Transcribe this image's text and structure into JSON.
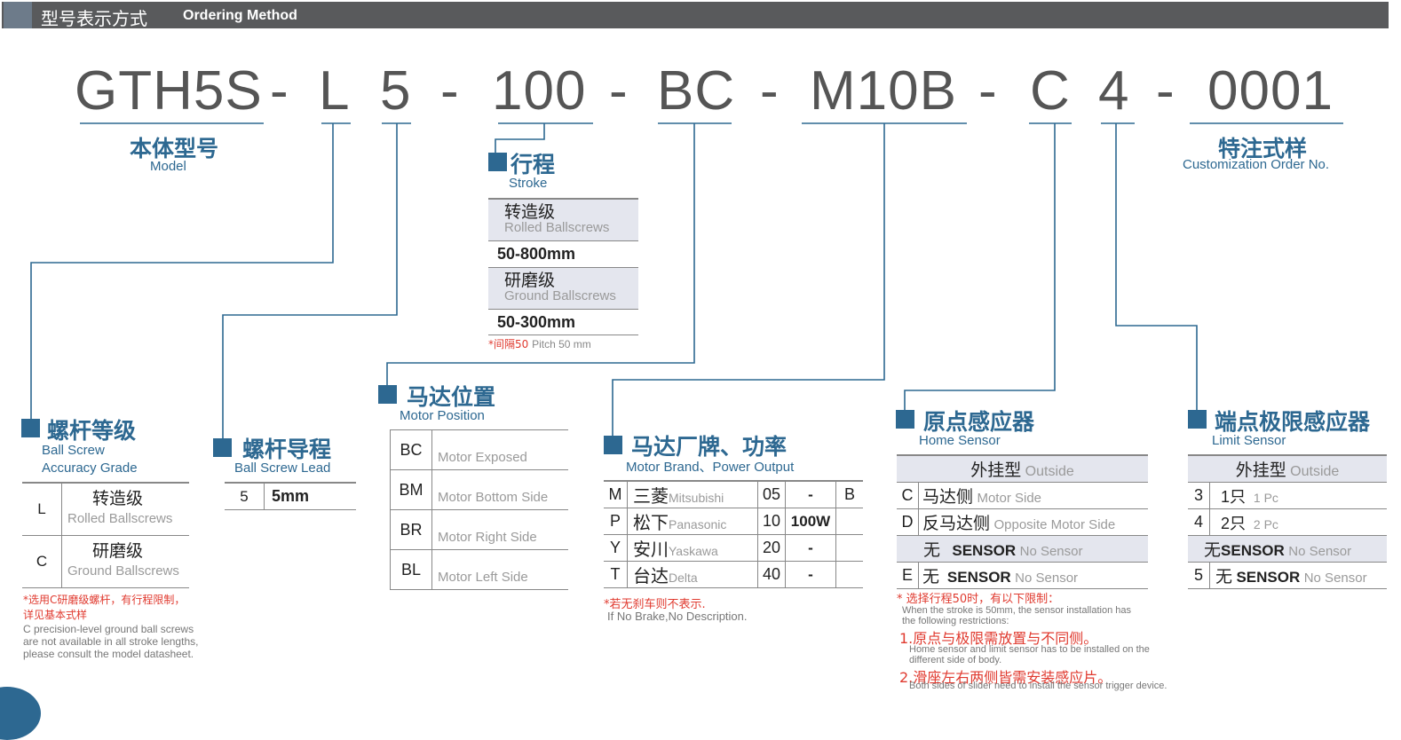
{
  "header": {
    "title_cn": "型号表示方式",
    "title_en": "Ordering Method"
  },
  "code": {
    "model": "GTH5S",
    "sep": "-",
    "grade": "L",
    "lead": "5",
    "stroke": "100",
    "position": "BC",
    "motor": "M10B",
    "home": "C",
    "limit": "4",
    "custom": "0001"
  },
  "model": {
    "cn": "本体型号",
    "en": "Model"
  },
  "custom": {
    "cn": "特注式样",
    "en": "Customization Order No."
  },
  "stroke": {
    "cn": "行程",
    "en": "Stroke",
    "rows": [
      {
        "cn": "转造级",
        "en": "Rolled Ballscrews",
        "range": "50-800mm"
      },
      {
        "cn": "研磨级",
        "en": "Ground Ballscrews",
        "range": "50-300mm"
      }
    ],
    "note_cn": "*间隔50",
    "note_en": "Pitch 50 mm"
  },
  "grade": {
    "cn": "螺杆等级",
    "en1": "Ball Screw",
    "en2": "Accuracy Grade",
    "rows": [
      {
        "code": "L",
        "cn": "转造级",
        "en": "Rolled Ballscrews"
      },
      {
        "code": "C",
        "cn": "研磨级",
        "en": "Ground Ballscrews"
      }
    ],
    "note_cn1": "*选用C研磨级螺杆，有行程限制，",
    "note_cn2": "详见基本式样",
    "note_en1": "C precision-level ground ball screws",
    "note_en2": "are not available in all stroke lengths,",
    "note_en3": "please consult the model datasheet."
  },
  "lead": {
    "cn": "螺杆导程",
    "en": "Ball Screw Lead",
    "rows": [
      {
        "code": "5",
        "value": "5mm"
      }
    ]
  },
  "position": {
    "cn": "马达位置",
    "en": "Motor Position",
    "rows": [
      {
        "code": "BC",
        "desc": "Motor Exposed"
      },
      {
        "code": "BM",
        "desc": "Motor Bottom Side"
      },
      {
        "code": "BR",
        "desc": "Motor Right Side"
      },
      {
        "code": "BL",
        "desc": "Motor Left Side"
      }
    ]
  },
  "motor": {
    "cn": "马达厂牌、功率",
    "en": "Motor Brand、Power Output",
    "rows": [
      {
        "code": "M",
        "cn": "三菱",
        "en": "Mitsubishi",
        "num": "05",
        "power": "-",
        "brake": "B"
      },
      {
        "code": "P",
        "cn": "松下",
        "en": "Panasonic",
        "num": "10",
        "power": "100W",
        "brake": ""
      },
      {
        "code": "Y",
        "cn": "安川",
        "en": "Yaskawa",
        "num": "20",
        "power": "-",
        "brake": ""
      },
      {
        "code": "T",
        "cn": "台达",
        "en": "Delta",
        "num": "40",
        "power": "-",
        "brake": ""
      }
    ],
    "note_cn": "*若无刹车则不表示.",
    "note_en": "If No Brake,No Description."
  },
  "home": {
    "cn": "原点感应器",
    "en": "Home Sensor",
    "head_cn": "外挂型",
    "head_en": "Outside",
    "rows": [
      {
        "code": "C",
        "cn": "马达侧",
        "en": "Motor Side"
      },
      {
        "code": "D",
        "cn": "反马达侧",
        "en": "Opposite Motor Side"
      }
    ],
    "none_cn": "无",
    "none_sensor": "SENSOR",
    "none_en": "No Sensor",
    "e_code": "E",
    "e_cn": "无",
    "e_sensor": "SENSOR",
    "e_en": "No Sensor",
    "note_cn": "* 选择行程50时，有以下限制：",
    "note_en1": "When the stroke is 50mm, the sensor installation has",
    "note_en2": "the following restrictions:",
    "rule1_cn": "1.原点与极限需放置与不同侧。",
    "rule1_en1": "Home sensor and limit sensor has to be installed on the",
    "rule1_en2": "different side of body.",
    "rule2_cn": "2.滑座左右两侧皆需安装感应片。",
    "rule2_en": "Both sides of slider need to install the sensor trigger device."
  },
  "limit": {
    "cn": "端点极限感应器",
    "en": "Limit Sensor",
    "head_cn": "外挂型",
    "head_en": "Outside",
    "rows": [
      {
        "code": "3",
        "cn": "1只",
        "en": "1 Pc"
      },
      {
        "code": "4",
        "cn": "2只",
        "en": "2 Pc"
      }
    ],
    "none_cn": "无",
    "none_sensor": "SENSOR",
    "none_en": "No Sensor",
    "five_code": "5",
    "five_cn": "无",
    "five_sensor": "SENSOR",
    "five_en": "No Sensor"
  },
  "colors": {
    "accent": "#2d6891",
    "header": "#595a5c",
    "note_red": "#e03a2f"
  }
}
